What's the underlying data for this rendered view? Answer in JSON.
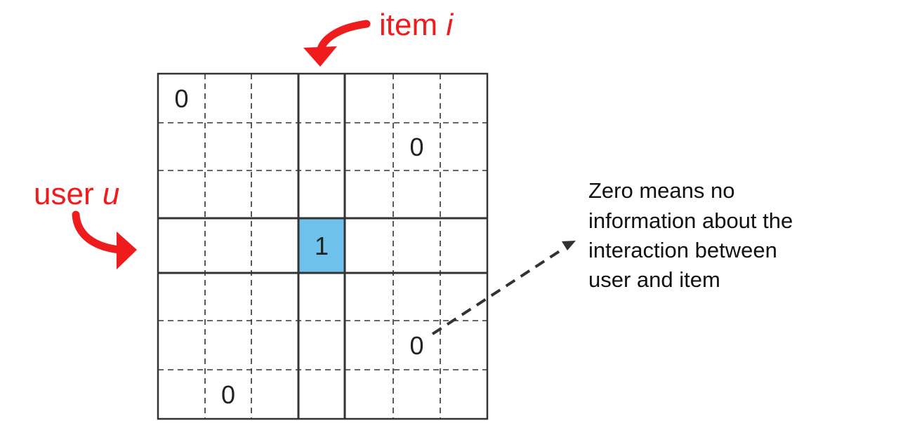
{
  "labels": {
    "item": {
      "text": "item ",
      "var": "i"
    },
    "user": {
      "text": "user ",
      "var": "u"
    }
  },
  "matrix": {
    "rows": 7,
    "cols": 7,
    "highlight_row": 3,
    "highlight_col": 3,
    "highlight_value": "1",
    "cells": [
      {
        "row": 0,
        "col": 0,
        "value": "0"
      },
      {
        "row": 1,
        "col": 5,
        "value": "0"
      },
      {
        "row": 5,
        "col": 5,
        "value": "0"
      },
      {
        "row": 6,
        "col": 1,
        "value": "0"
      }
    ]
  },
  "note": {
    "lines": [
      "Zero means no",
      "information about the",
      "interaction between",
      "user and item"
    ]
  },
  "colors": {
    "label": "#ee1c1c",
    "arrow": "#ee1c1c",
    "highlight": "#6ec1ea",
    "grid": "#333333",
    "pointer": "#333333"
  }
}
